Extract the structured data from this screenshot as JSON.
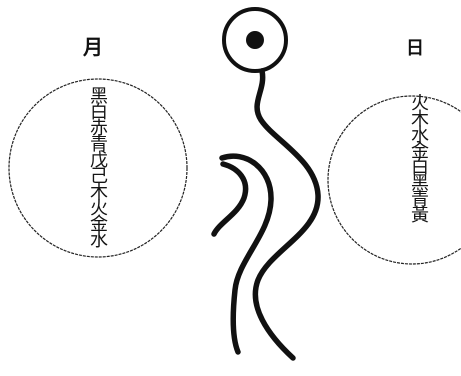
{
  "moon": {
    "label": "月",
    "inscription": "黑白赤青戊己木火金水"
  },
  "sun": {
    "label": "日",
    "inscription": "火木水金白黑青黃"
  },
  "colors": {
    "ink": "#111111",
    "outline": "#222222",
    "paper": "#ffffff"
  }
}
